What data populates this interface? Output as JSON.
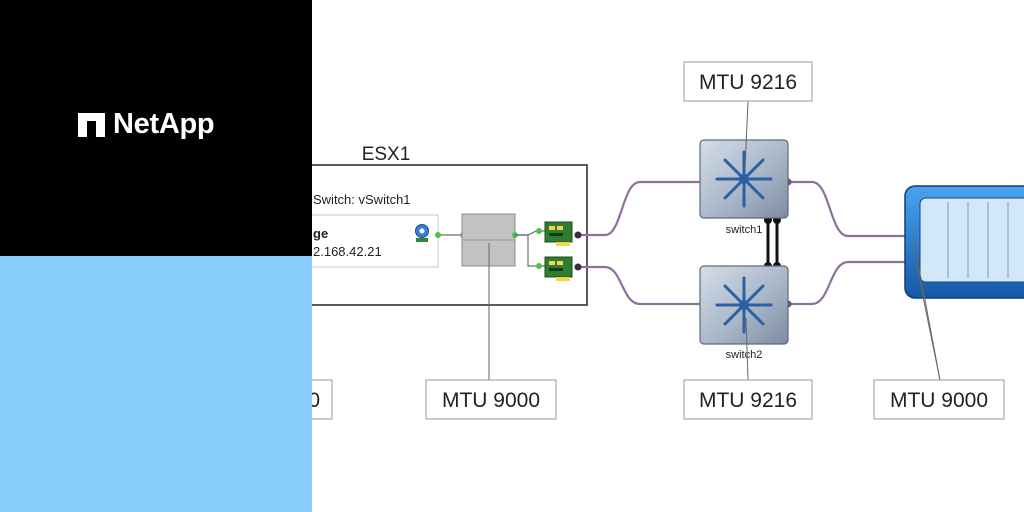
{
  "brand": {
    "name": "NetApp"
  },
  "colors": {
    "black_panel": "#000000",
    "blue_panel": "#86cdfc",
    "link": "#8e6f9e",
    "switch_body": "#a9b7c9",
    "switch_arrows": "#2c5fa4",
    "storage": "#1d74c9"
  },
  "diagram": {
    "host_title": "ESX1",
    "vswitch_label": "Switch: vSwitch1",
    "portgroup_label": "ge",
    "portgroup_ip": "2.168.42.21",
    "switch1_label": "switch1",
    "switch2_label": "switch2",
    "callouts": {
      "switch1_mtu": "MTU 9216",
      "switch2_mtu": "MTU 9216",
      "vswitch_mtu": "MTU 9000",
      "storage_mtu": "MTU 9000",
      "partial_mtu": "0"
    }
  }
}
